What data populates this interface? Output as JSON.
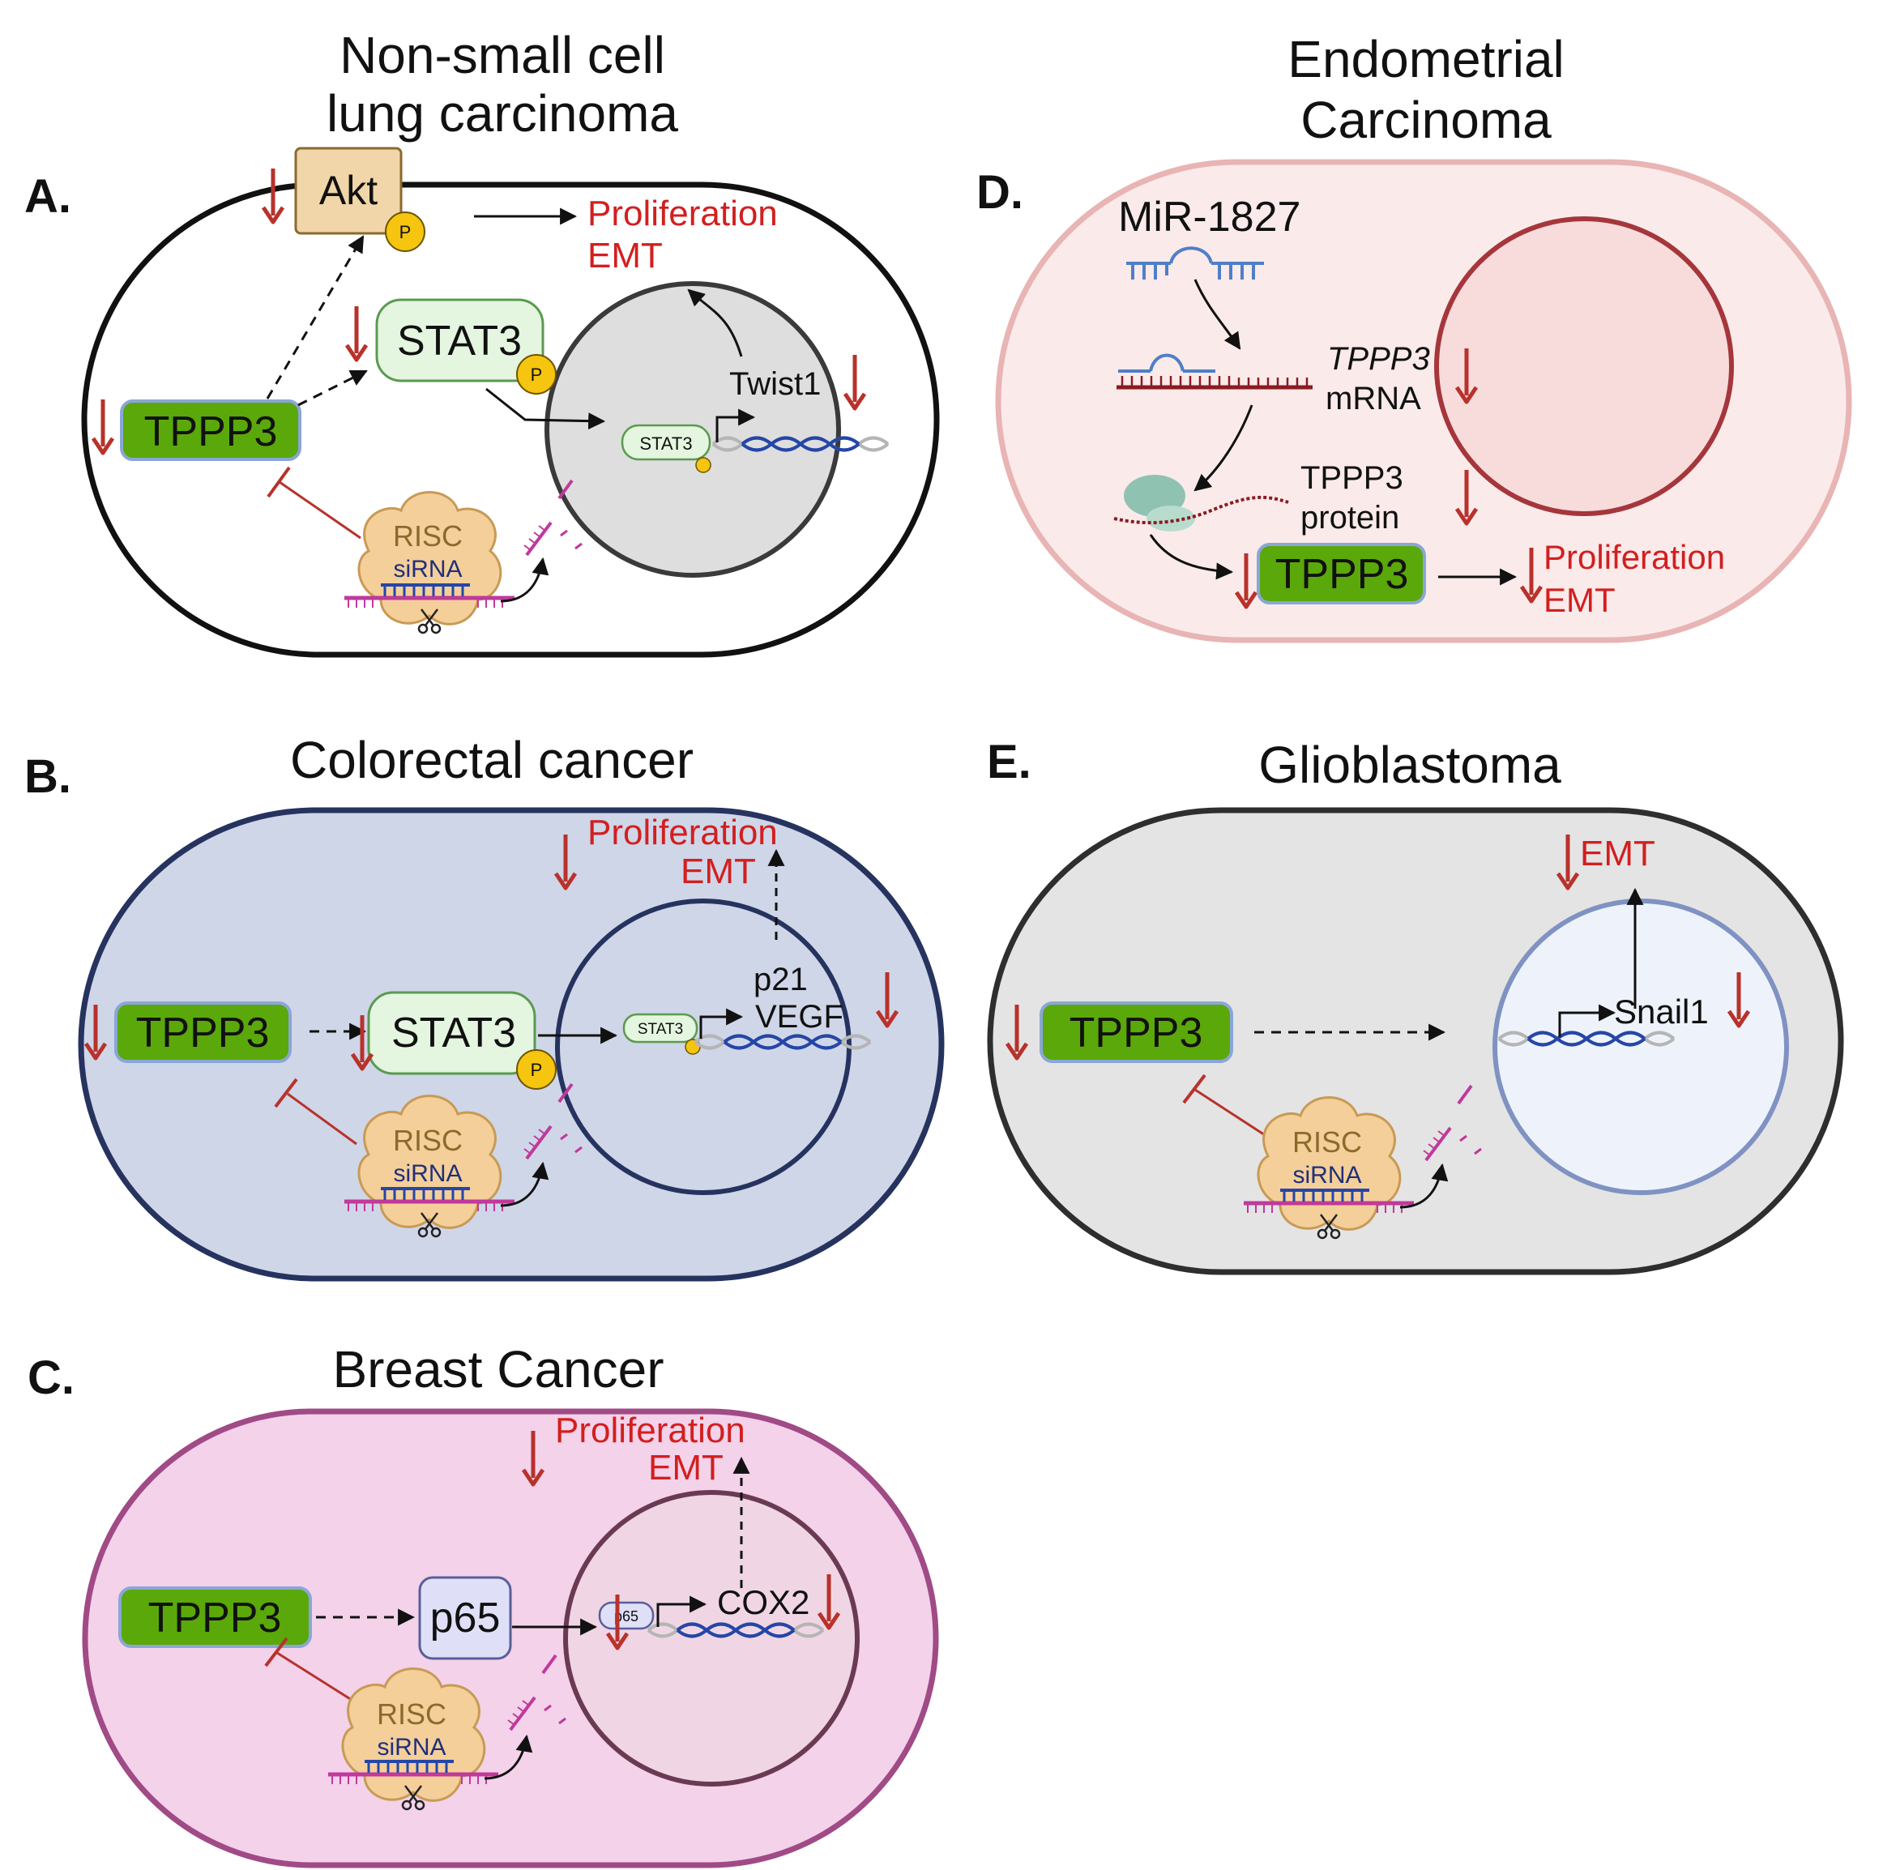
{
  "colors": {
    "red": "#b8322b",
    "red_text": "#d21f1f",
    "tppp3_green": "#5aa80a",
    "stat3_fill": "#e4f5e0",
    "phospho_yellow": "#f5c50f",
    "akt_fill": "#f0d6a8",
    "panel_b_fill": "#cfd6e8",
    "panel_b_border": "#26335f",
    "panel_c_fill": "#f3d2ea",
    "panel_c_border": "#a04a86",
    "panel_d_fill": "#fbeaea",
    "panel_d_border": "#e8b4b4",
    "panel_e_fill": "#e4e4e4",
    "panel_e_nucleus": "#eef3fb",
    "nucleus_gray": "#dedede",
    "risc_fill": "#f4cf99",
    "dna_blue": "#2546a8",
    "sirna_pink": "#c0399b"
  },
  "icons": [
    "down-arrow-icon",
    "phosphate-icon",
    "inhibition-arrow-icon",
    "risc-complex-icon",
    "scissors-icon",
    "dna-helix-icon",
    "ribosome-icon",
    "mirna-hairpin-icon",
    "transcription-start-icon"
  ],
  "panels": {
    "a": {
      "letter": "A.",
      "title_line1": "Non-small cell",
      "title_line2": "lung carcinoma",
      "akt": "Akt",
      "p": "P",
      "stat3": "STAT3",
      "tppp3": "TPPP3",
      "outcome1": "Proliferation",
      "outcome2": "EMT",
      "gene": "Twist1",
      "dna_stat3": "STAT3",
      "risc": "RISC",
      "sirna": "siRNA"
    },
    "b": {
      "letter": "B.",
      "title": "Colorectal cancer",
      "tppp3": "TPPP3",
      "stat3": "STAT3",
      "p": "P",
      "outcome1": "Proliferation",
      "outcome2": "EMT",
      "gene1": "p21",
      "gene2": "VEGF",
      "dna_stat3": "STAT3",
      "risc": "RISC",
      "sirna": "siRNA"
    },
    "c": {
      "letter": "C.",
      "title": "Breast Cancer",
      "tppp3": "TPPP3",
      "p65": "p65",
      "outcome1": "Proliferation",
      "outcome2": "EMT",
      "gene": "COX2",
      "dna_p65": "p65",
      "risc": "RISC",
      "sirna": "siRNA"
    },
    "d": {
      "letter": "D.",
      "title_line1": "Endometrial",
      "title_line2": "Carcinoma",
      "mirna": "MiR-1827",
      "mrna_line1": "TPPP3",
      "mrna_line2": "mRNA",
      "protein_line1": "TPPP3",
      "protein_line2": "protein",
      "tppp3": "TPPP3",
      "outcome1": "Proliferation",
      "outcome2": "EMT"
    },
    "e": {
      "letter": "E.",
      "title": "Glioblastoma",
      "outcome": "EMT",
      "tppp3": "TPPP3",
      "gene": "Snail1",
      "risc": "RISC",
      "sirna": "siRNA"
    }
  }
}
